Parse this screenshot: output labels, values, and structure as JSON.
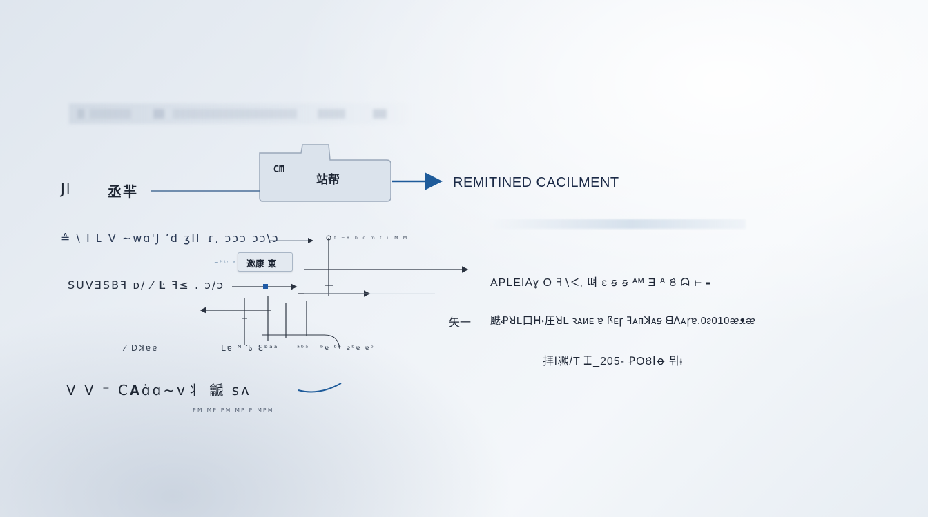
{
  "tab_box": {
    "label_top": "㎝",
    "label_center": "站帮"
  },
  "left_label": {
    "prefix": "Jl",
    "text": "丞羋"
  },
  "headline": "REMITINED CACILMENT",
  "rows": {
    "row1_left": "≙ \\ I L V ~wɑ'J ʼd ʒIl⁻ɾ, ɔɔɔ ɔɔ\\ɔ",
    "row1_small": "ᵗ ⁻⁺ ᵇ ᵒ ᵐ ᶠ ᶫ ᴹ ᴹ",
    "row2_tag": "邀康 東",
    "row2_tiny": "~ᴺᵗʳ ᵃ",
    "row3_left": "SUVƎSBꟻ ᴅ∕ ⁄ Ŀ ꟻ≤ . ɔ∕ɔ",
    "row4_a": "⁄ Dꓘɐɐ",
    "row4_b": "꟧Lɐ ᴺ Ꮦ Ɛᵇᵃᵃ",
    "row4_c": "ᵃᵇᵃ",
    "row4_d": "ᵇɐ ᵇᵇ ɐᵇɐ ɐᵇ",
    "row5_left": "V  V   ⁻   C𝐀ɑ̇ɑ∼ᴠ丬 䶵  ꜱᴧ",
    "row5_tiny": "ᐧ ᴘᴍ ᴍᴘ ᴘᴍ ᴍᴘ ᴘ ᴍᴘᴍ"
  },
  "right_block": {
    "line1": "APLEIAɣ O ꟻ∖ᐸ, 뗘 ɛ ꞩ꟎ ꞩ ᴬᴹ Ǝ ᴬ Ȣ ᗣ ⊢ ⁃",
    "line2_prefix": "矢一",
    "line2": "颫ꝒꓤL口ꓧ꭫圧ꓤL ꝛᴀᴎᴇ ɐ ꟗᴇꞅ ꟻᴀᴨꓘᴀꞩ ᗺꓥᴀ꟎ꞅɐ.0ᴤ010ᴂᴥᴂ",
    "line3": "拝l凞/T 𐊈_205- ꝐOȢ𝐈ꝋ 뭐ᵻ"
  },
  "colors": {
    "accent_blue": "#1e5b9a",
    "line_dark": "#2f3744",
    "marker_blue": "#1f5aa6"
  },
  "icons": {
    "arrow": "arrow-right-icon"
  }
}
